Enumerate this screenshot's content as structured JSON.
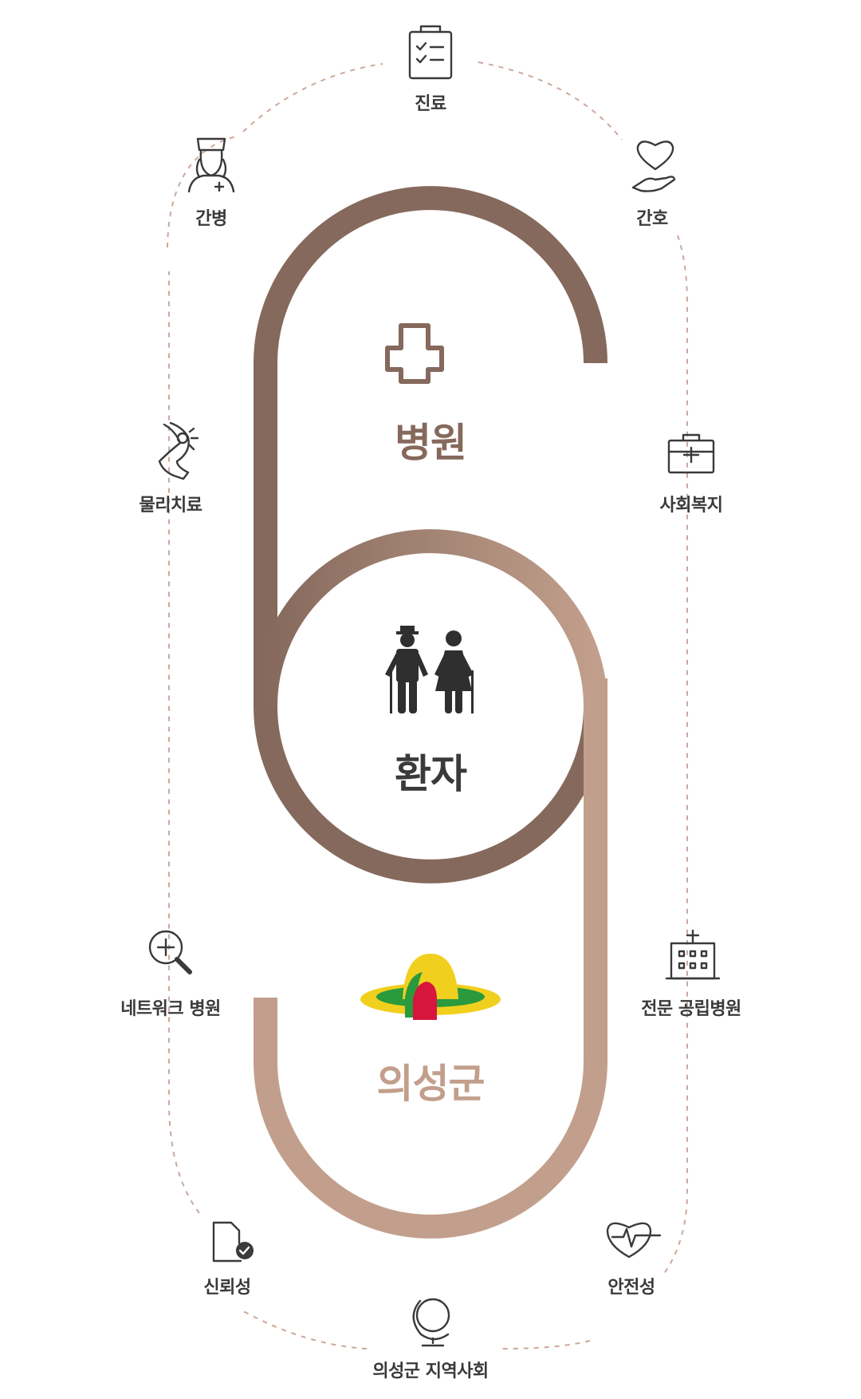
{
  "center": {
    "hospital_label": "병원",
    "patient_label": "환자",
    "county_label": "의성군"
  },
  "nodes": {
    "clinic": "진료",
    "caregiving": "간병",
    "nursing": "간호",
    "physio": "물리치료",
    "welfare": "사회복지",
    "network": "네트워크 병원",
    "public_hospital": "전문 공립병원",
    "trust": "신뢰성",
    "safety": "안전성",
    "community": "의성군 지역사회"
  },
  "colors": {
    "dark_brown": "#85695c",
    "light_brown": "#c29f8c",
    "text_dark": "#3a3a3a",
    "dashed": "#cba99a",
    "patient_icon": "#2f2f2f",
    "logo_yellow": "#f1cf1e",
    "logo_green": "#2a9a3c",
    "logo_red": "#d7163e"
  }
}
